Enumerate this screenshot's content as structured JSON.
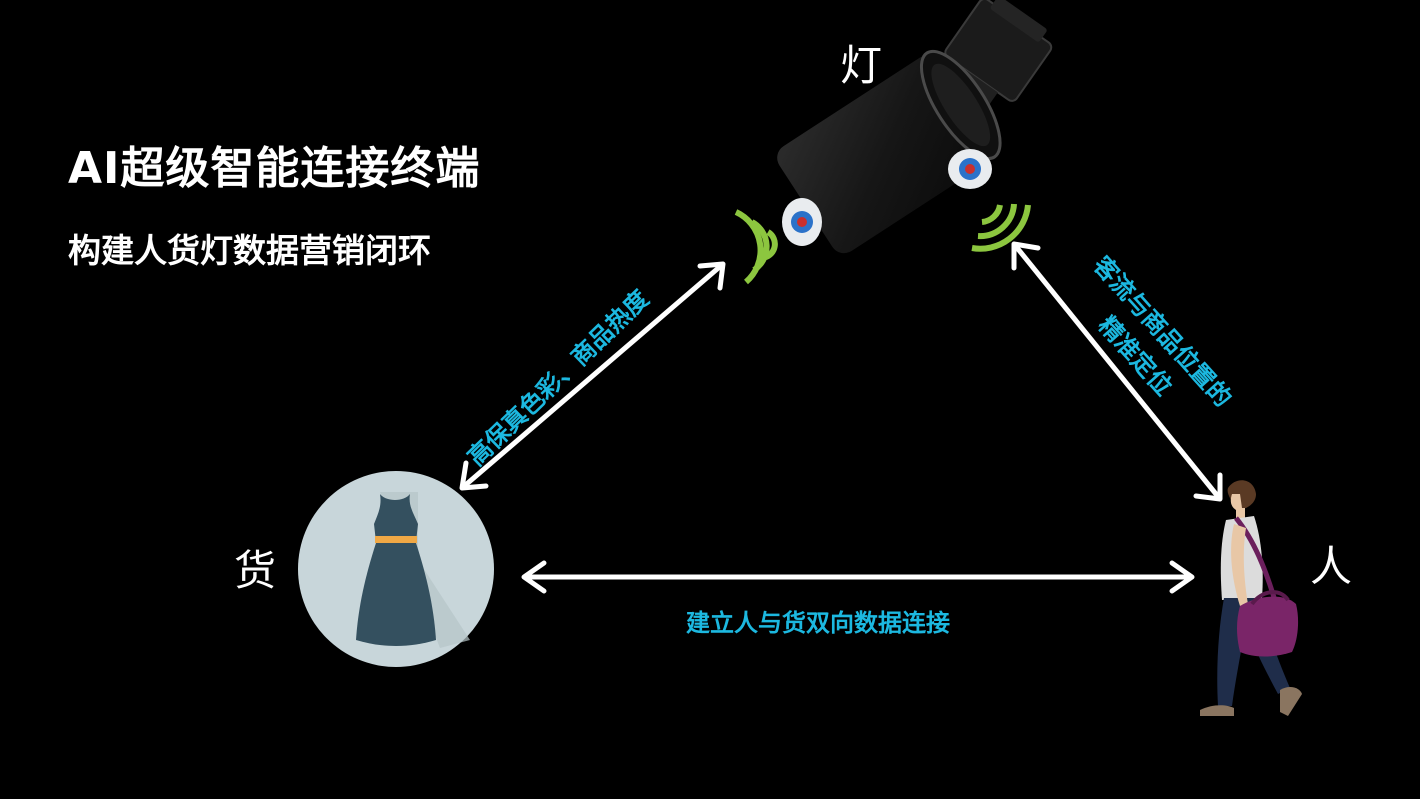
{
  "title": "AI超级智能连接终端",
  "subtitle": "构建人货灯数据营销闭环",
  "nodes": {
    "light": "灯",
    "goods": "货",
    "person": "人"
  },
  "edges": {
    "light_goods": "高保真色彩、商品热度",
    "light_person_line1": "客流与商品位置的",
    "light_person_line2": "精准定位",
    "goods_person": "建立人与货双向数据连接"
  },
  "colors": {
    "background": "#000000",
    "text": "#ffffff",
    "accent": "#1cb8e0",
    "signal": "#8cc63f",
    "arrow": "#ffffff",
    "dress": "#34505f",
    "circle": "#c8d6da"
  }
}
